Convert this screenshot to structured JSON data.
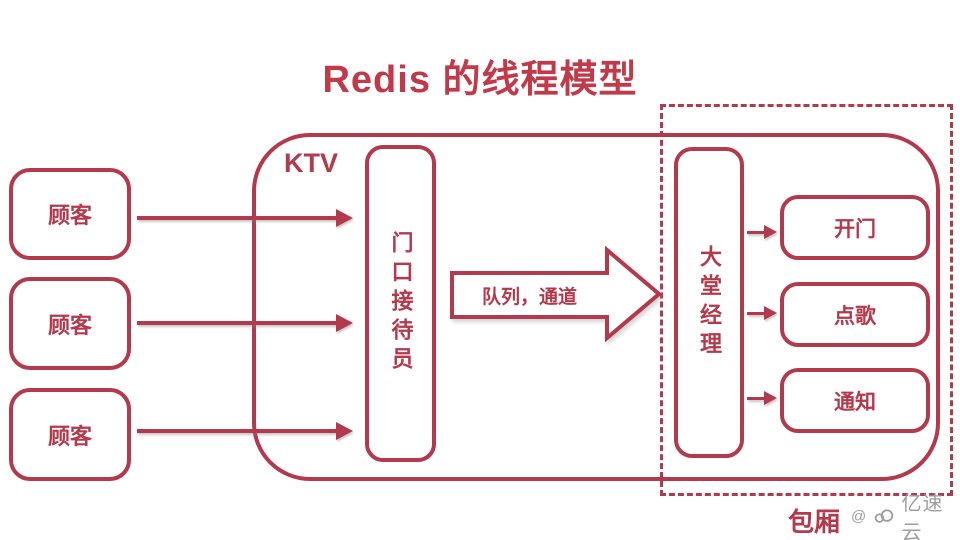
{
  "title": "Redis 的线程模型",
  "colors": {
    "primary_red": "#b23a4c",
    "title_red": "#c13a4a",
    "watermark_gray": "#9e9ea0"
  },
  "ktv": {
    "label": "KTV"
  },
  "customers": [
    {
      "label": "顾客"
    },
    {
      "label": "顾客"
    },
    {
      "label": "顾客"
    }
  ],
  "receptionist": {
    "label": "门口接待员"
  },
  "queue_arrow": {
    "label": "队列，通道"
  },
  "manager": {
    "label": "大堂经理"
  },
  "room": {
    "label": "包厢",
    "services": [
      {
        "label": "开门"
      },
      {
        "label": "点歌"
      },
      {
        "label": "通知"
      }
    ]
  },
  "watermark": {
    "at": "@",
    "brand": "亿速云",
    "icon": "yisu-cloud-logo"
  }
}
